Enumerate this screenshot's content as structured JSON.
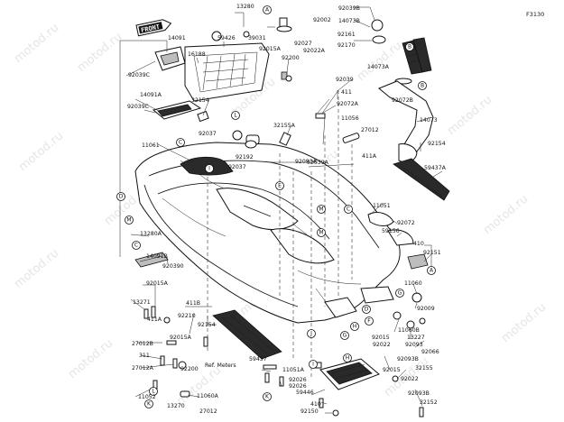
{
  "figure_code": "F3130",
  "front_badge": "FRONT",
  "watermark": "motod.ru",
  "ref_note": "Ref. Meters",
  "labels": [
    {
      "id": "l13280",
      "text": "13280"
    },
    {
      "id": "l92002",
      "text": "92002"
    },
    {
      "id": "l92039b",
      "text": "92039B"
    },
    {
      "id": "l14073b",
      "text": "14073B"
    },
    {
      "id": "l14091",
      "text": "14091"
    },
    {
      "id": "l59426",
      "text": "59426"
    },
    {
      "id": "l39031",
      "text": "39031"
    },
    {
      "id": "l92027",
      "text": "92027"
    },
    {
      "id": "l92022a",
      "text": "92022A"
    },
    {
      "id": "l92161",
      "text": "92161"
    },
    {
      "id": "l92170",
      "text": "92170"
    },
    {
      "id": "l92015a_t",
      "text": "92015A"
    },
    {
      "id": "l16188",
      "text": "16188"
    },
    {
      "id": "l92200",
      "text": "92200"
    },
    {
      "id": "l92039c_1",
      "text": "92039C"
    },
    {
      "id": "l14073a",
      "text": "14073A"
    },
    {
      "id": "l92039",
      "text": "92039"
    },
    {
      "id": "l14091a",
      "text": "14091A"
    },
    {
      "id": "l411_t",
      "text": "411"
    },
    {
      "id": "l92039c_2",
      "text": "92039C"
    },
    {
      "id": "l32154",
      "text": "32154"
    },
    {
      "id": "l92072a",
      "text": "92072A"
    },
    {
      "id": "l92072b",
      "text": "92072B"
    },
    {
      "id": "l11056",
      "text": "11056"
    },
    {
      "id": "l14073",
      "text": "14073"
    },
    {
      "id": "l32155a",
      "text": "32155A"
    },
    {
      "id": "l27012_t",
      "text": "27012"
    },
    {
      "id": "l92037_1",
      "text": "92037"
    },
    {
      "id": "l92192",
      "text": "92192"
    },
    {
      "id": "l11061",
      "text": "11061"
    },
    {
      "id": "l92037_2",
      "text": "92037"
    },
    {
      "id": "l92093a",
      "text": "92093A"
    },
    {
      "id": "l411a_t",
      "text": "411A"
    },
    {
      "id": "l92039a",
      "text": "92039A"
    },
    {
      "id": "l92154_r",
      "text": "92154"
    },
    {
      "id": "l59437a",
      "text": "59437A"
    },
    {
      "id": "l11051",
      "text": "11051"
    },
    {
      "id": "l92072",
      "text": "92072"
    },
    {
      "id": "l59156",
      "text": "59156"
    },
    {
      "id": "l13280a",
      "text": "13280A"
    },
    {
      "id": "l410_r",
      "text": "410"
    },
    {
      "id": "l92151",
      "text": "92151"
    },
    {
      "id": "l14091b",
      "text": "14091B"
    },
    {
      "id": "l920390",
      "text": "920390"
    },
    {
      "id": "l11060",
      "text": "11060"
    },
    {
      "id": "l92015a_l",
      "text": "92015A"
    },
    {
      "id": "l13271",
      "text": "13271"
    },
    {
      "id": "l411b",
      "text": "411B"
    },
    {
      "id": "l92009",
      "text": "92009"
    },
    {
      "id": "l92210",
      "text": "92210"
    },
    {
      "id": "l92154_m",
      "text": "92154"
    },
    {
      "id": "l411a_l",
      "text": "411A"
    },
    {
      "id": "l11060b",
      "text": "11060B"
    },
    {
      "id": "l13227",
      "text": "13227"
    },
    {
      "id": "l92015_r",
      "text": "92015"
    },
    {
      "id": "l92022",
      "text": "92022"
    },
    {
      "id": "l92093",
      "text": "92093"
    },
    {
      "id": "l27012b",
      "text": "27012B"
    },
    {
      "id": "l92066",
      "text": "92066"
    },
    {
      "id": "l92015a_b",
      "text": "92015A"
    },
    {
      "id": "l311",
      "text": "311"
    },
    {
      "id": "l59437",
      "text": "59437"
    },
    {
      "id": "l92093b_1",
      "text": "92093B"
    },
    {
      "id": "l27012a",
      "text": "27012A"
    },
    {
      "id": "l92200_b",
      "text": "92200"
    },
    {
      "id": "l11051a",
      "text": "11051A"
    },
    {
      "id": "l32155",
      "text": "32155"
    },
    {
      "id": "l92015_b",
      "text": "92015"
    },
    {
      "id": "l11052",
      "text": "11052"
    },
    {
      "id": "l11060a",
      "text": "11060A"
    },
    {
      "id": "l92026_1",
      "text": "92026"
    },
    {
      "id": "l92026_2",
      "text": "92026"
    },
    {
      "id": "l59446",
      "text": "59446"
    },
    {
      "id": "l92022_b",
      "text": "92022"
    },
    {
      "id": "l13270",
      "text": "13270"
    },
    {
      "id": "l27012_b",
      "text": "27012"
    },
    {
      "id": "l410_b",
      "text": "410"
    },
    {
      "id": "l92093b_2",
      "text": "92093B"
    },
    {
      "id": "l92150",
      "text": "92150"
    },
    {
      "id": "l32152",
      "text": "32152"
    }
  ],
  "circles": [
    "A",
    "B",
    "C",
    "D",
    "E",
    "F",
    "G",
    "H",
    "I",
    "J",
    "K",
    "L",
    "M"
  ]
}
